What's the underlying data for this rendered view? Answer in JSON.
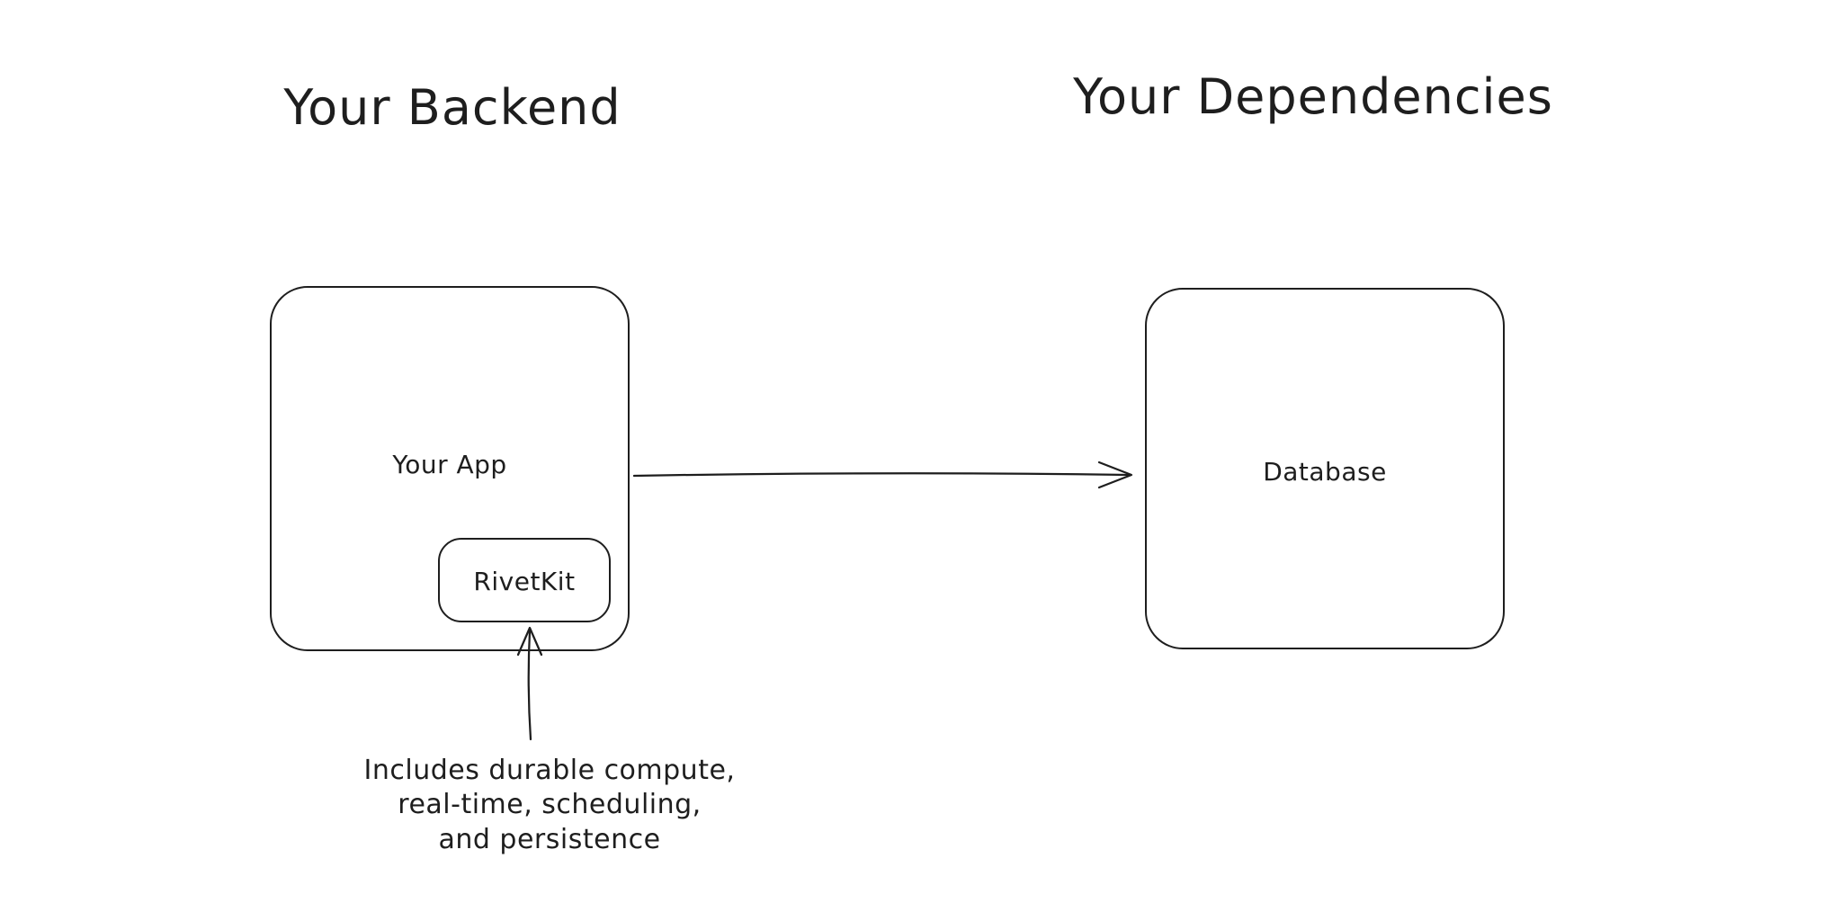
{
  "titles": {
    "backend": "Your Backend",
    "dependencies": "Your Dependencies"
  },
  "boxes": {
    "app": {
      "label": "Your App"
    },
    "rivetkit": {
      "label": "RivetKit"
    },
    "database": {
      "label": "Database"
    }
  },
  "annotation": {
    "lines": [
      "Includes durable compute,",
      "real-time, scheduling,",
      "and persistence"
    ]
  },
  "icons": {
    "app_to_database_arrow": "right-arrow",
    "annotation_to_rivetkit_arrow": "up-arrow"
  },
  "colors": {
    "stroke": "#1e1e1e",
    "background": "#ffffff",
    "text": "#1e1e1e"
  }
}
